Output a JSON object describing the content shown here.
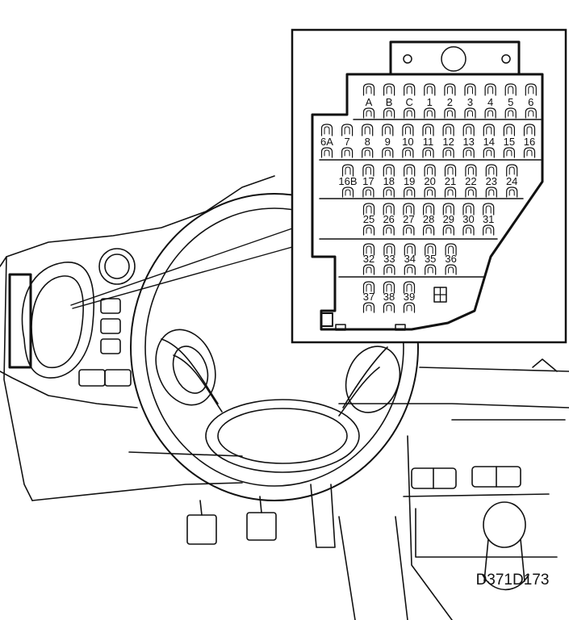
{
  "diagram": {
    "code": "D371D173",
    "fuse_rows": [
      [
        "A",
        "B",
        "C",
        "1",
        "2",
        "3",
        "4",
        "5",
        "6"
      ],
      [
        "6A",
        "7",
        "8",
        "9",
        "10",
        "11",
        "12",
        "13",
        "14",
        "15",
        "16"
      ],
      [
        "16B",
        "17",
        "18",
        "19",
        "20",
        "21",
        "22",
        "23",
        "24"
      ],
      [
        "25",
        "26",
        "27",
        "28",
        "29",
        "30",
        "31"
      ],
      [
        "32",
        "33",
        "34",
        "35",
        "36"
      ],
      [
        "37",
        "38",
        "39"
      ]
    ]
  }
}
